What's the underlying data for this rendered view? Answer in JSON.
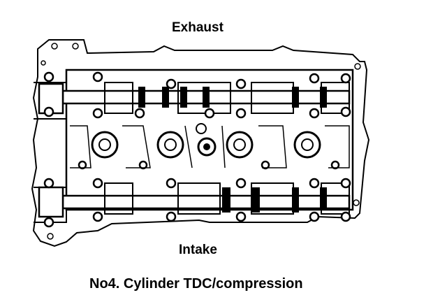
{
  "labels": {
    "exhaust": "Exhaust",
    "intake": "Intake",
    "caption": "No4. Cylinder TDC/compression"
  },
  "colors": {
    "ink": "#000000",
    "paper": "#ffffff"
  }
}
